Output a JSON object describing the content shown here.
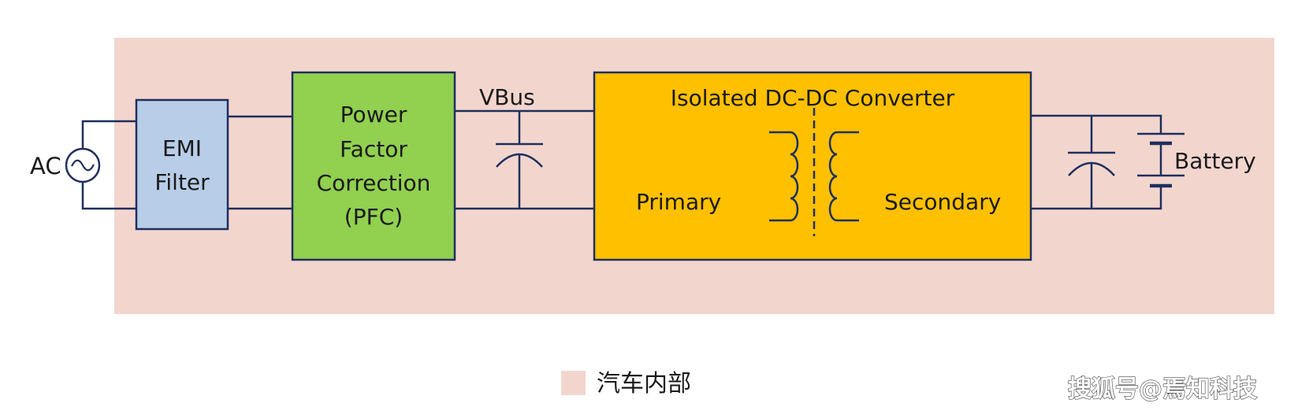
{
  "colors": {
    "car_interior_bg": "#f2d6ce",
    "emi": "#b8cde8",
    "pfc": "#92d050",
    "dcdc": "#ffc000",
    "border": "#1f2f5c"
  },
  "source": {
    "label": "AC",
    "icon": "ac-source-icon"
  },
  "emi": {
    "line1": "EMI",
    "line2": "Filter"
  },
  "pfc": {
    "line1": "Power",
    "line2": "Factor",
    "line3": "Correction",
    "line4": "(PFC)"
  },
  "vbus": {
    "label": "VBus",
    "icon": "capacitor-icon"
  },
  "dcdc": {
    "title": "Isolated DC-DC Converter",
    "primary": "Primary",
    "secondary": "Secondary",
    "icon": "transformer-icon"
  },
  "battery": {
    "label": "Battery",
    "icon": "battery-icon"
  },
  "legend": {
    "label": "汽车内部"
  },
  "watermark": "搜狐号@焉知科技"
}
